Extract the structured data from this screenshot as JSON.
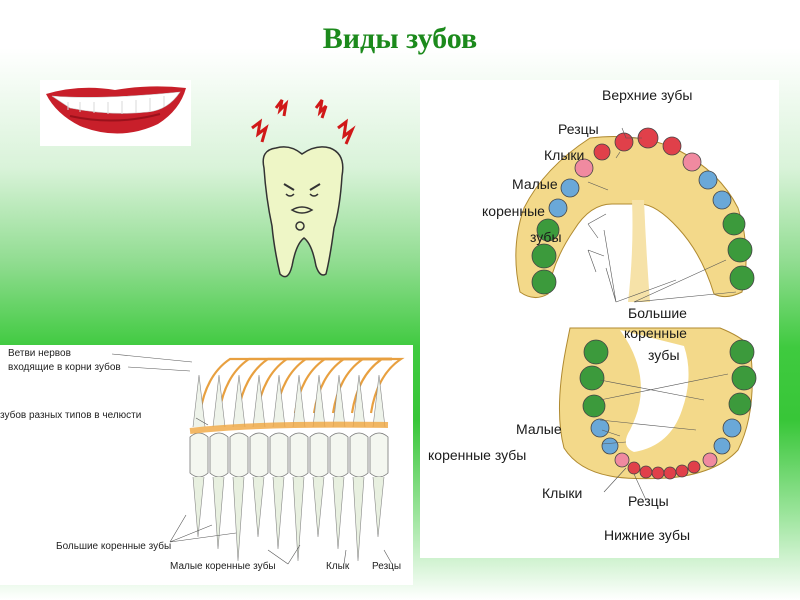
{
  "title": "Виды зубов",
  "jaw_diagram": {
    "upper_title": "Верхние зубы",
    "incisors": "Резцы",
    "canines": "Клыки",
    "premolars_l1": "Малые",
    "premolars_l2": "коренные",
    "premolars_l3": "зубы",
    "molars_l1": "Большие",
    "molars_l2": "коренные",
    "molars_l3": "зубы",
    "lower_premolars_l1": "Малые",
    "lower_premolars_l2": "коренные зубы",
    "lower_canines": "Клыки",
    "lower_incisors": "Резцы",
    "lower_title": "Нижние зубы"
  },
  "side_diagram": {
    "nerves_l1": "Ветви нервов",
    "nerves_l2": "входящие в корни зубов",
    "types_label": "зубов разных типов в челюсти",
    "molars_label": "Большие коренные зубы",
    "premolars_label": "Малые коренные зубы",
    "canine_label": "Клык",
    "incisors_label": "Резцы"
  },
  "colors": {
    "title": "#1c8a1c",
    "incisor": "#e0404a",
    "canine": "#f08aa0",
    "premolar": "#6aa8d8",
    "molar": "#3c9a3c",
    "palate": "#f3d98a",
    "nerve": "#f0a640"
  }
}
